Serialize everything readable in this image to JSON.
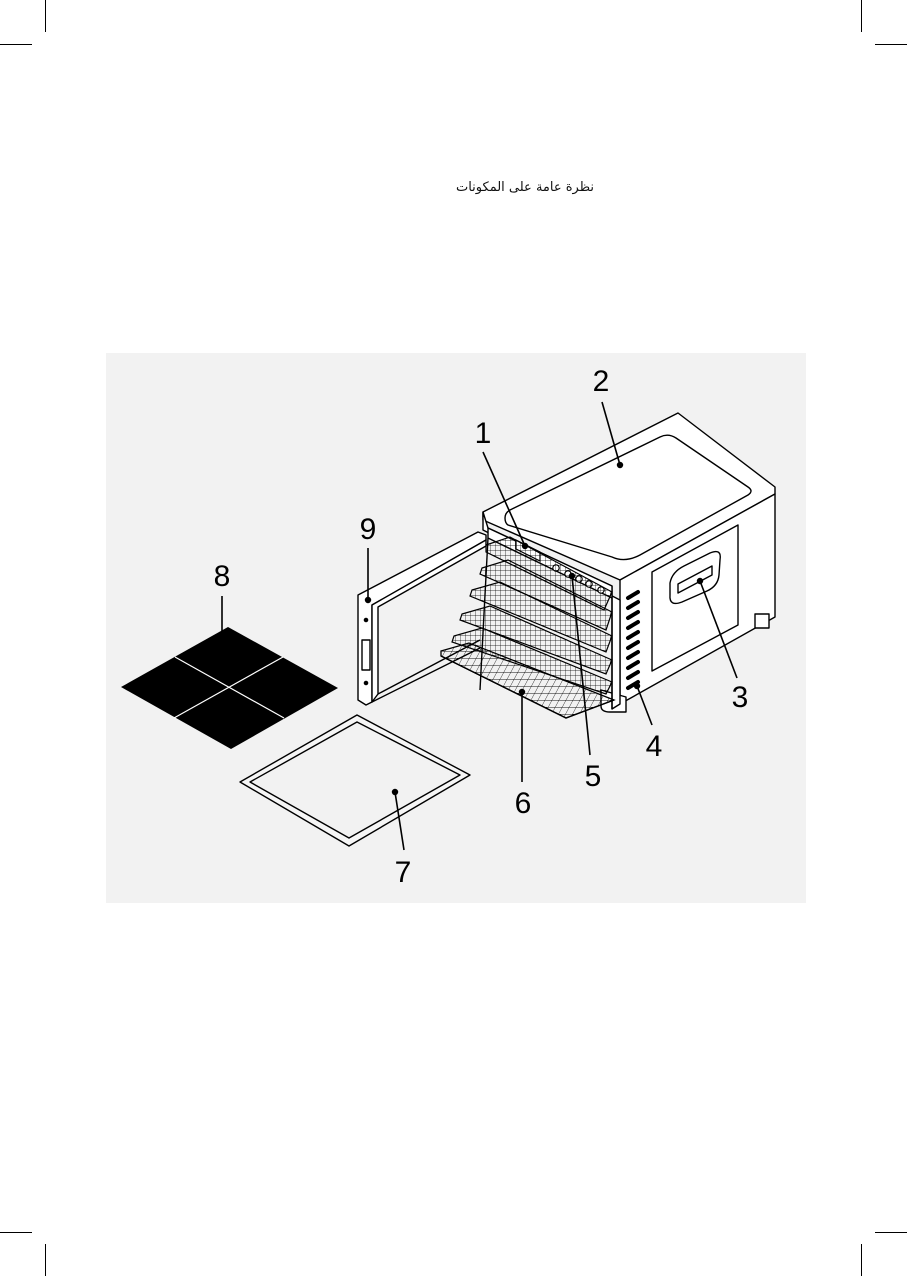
{
  "header": {
    "title": "نظرة عامة على المكونات"
  },
  "callouts": [
    {
      "id": "1",
      "label": "1"
    },
    {
      "id": "2",
      "label": "2"
    },
    {
      "id": "3",
      "label": "3"
    },
    {
      "id": "4",
      "label": "4"
    },
    {
      "id": "5",
      "label": "5"
    },
    {
      "id": "6",
      "label": "6"
    },
    {
      "id": "7",
      "label": "7"
    },
    {
      "id": "8",
      "label": "8"
    },
    {
      "id": "9",
      "label": "9"
    }
  ]
}
